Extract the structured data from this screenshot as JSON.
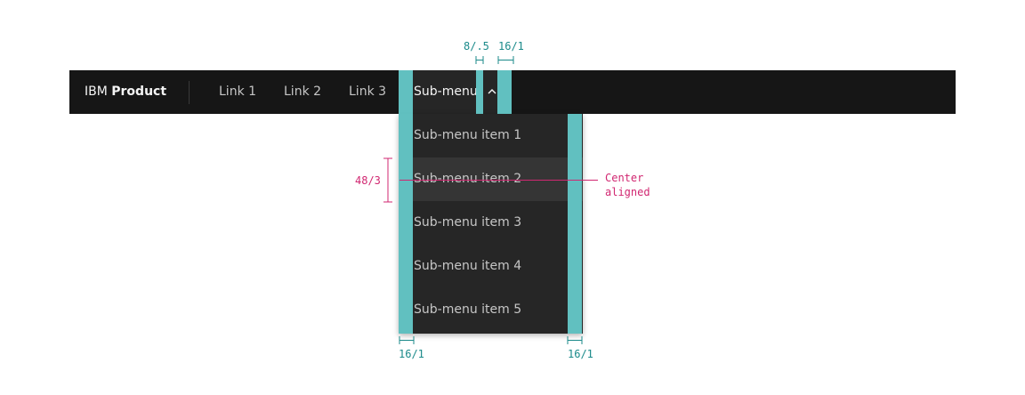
{
  "header": {
    "brand_prefix": "IBM",
    "brand_name": "Product",
    "links": [
      "Link 1",
      "Link 2",
      "Link 3"
    ],
    "submenu_label": "Sub-menu"
  },
  "menu": {
    "items": [
      "Sub-menu item 1",
      "Sub-menu item 2",
      "Sub-menu item 3",
      "Sub-menu item 4",
      "Sub-menu item 5"
    ]
  },
  "annotations": {
    "gap_small": "8/.5",
    "gap_right": "16/1",
    "item_height": "48/3",
    "center_line": "Center",
    "center_line_2": "aligned",
    "pad_left": "16/1",
    "pad_right": "16/1"
  },
  "colors": {
    "spacing_marker": "#64c8c8",
    "annotation_teal": "#1b8a8a",
    "annotation_pink": "#d12771",
    "header_bg": "#161616",
    "menu_bg": "#262626"
  }
}
